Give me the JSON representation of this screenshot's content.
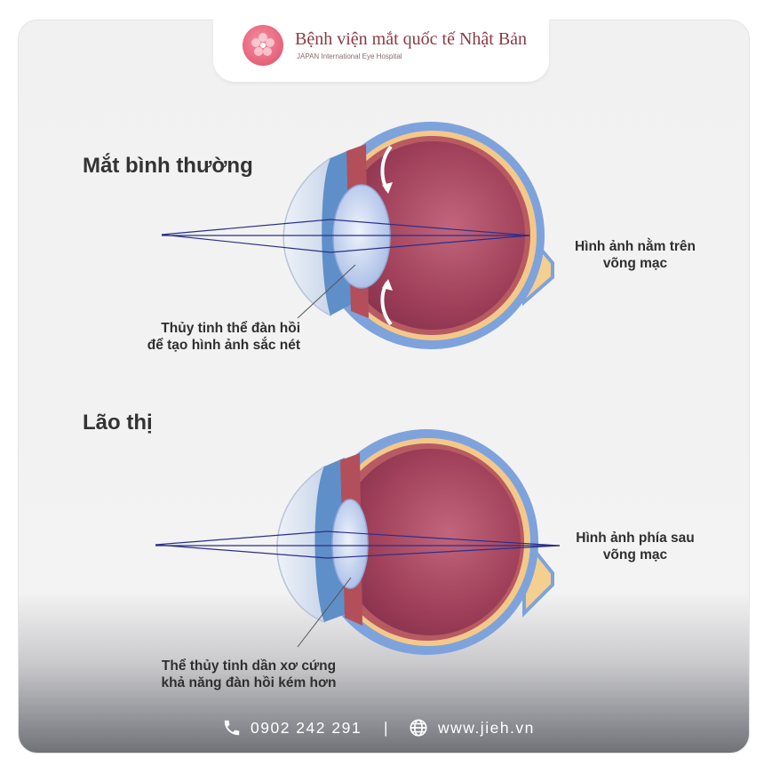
{
  "header": {
    "hospital_name": "Bệnh viện mắt quốc tế Nhật Bản",
    "hospital_subtitle": "JAPAN International Eye Hospital"
  },
  "normal_eye": {
    "title": "Mắt bình thường",
    "lens_label_line1": "Thủy tinh thể đàn hồi",
    "lens_label_line2": "để tạo hình ảnh sắc nét",
    "image_label_line1": "Hình ảnh nằm trên",
    "image_label_line2": "võng mạc"
  },
  "presbyopia_eye": {
    "title": "Lão thị",
    "lens_label_line1": "Thể thủy tinh dần xơ cứng",
    "lens_label_line2": "khả năng đàn hồi kém hơn",
    "image_label_line1": "Hình ảnh phía sau",
    "image_label_line2": "võng mạc"
  },
  "footer": {
    "phone": "0902 242 291",
    "separator": "|",
    "website": "www.jieh.vn"
  },
  "colors": {
    "sclera": "#7ea2dc",
    "retina": "#f3c98a",
    "vitreous": "#a0405a",
    "lens": "#cfdcf3",
    "ray": "#2b2f8a"
  },
  "icons": [
    "phone-icon",
    "globe-icon",
    "logo-icon"
  ]
}
